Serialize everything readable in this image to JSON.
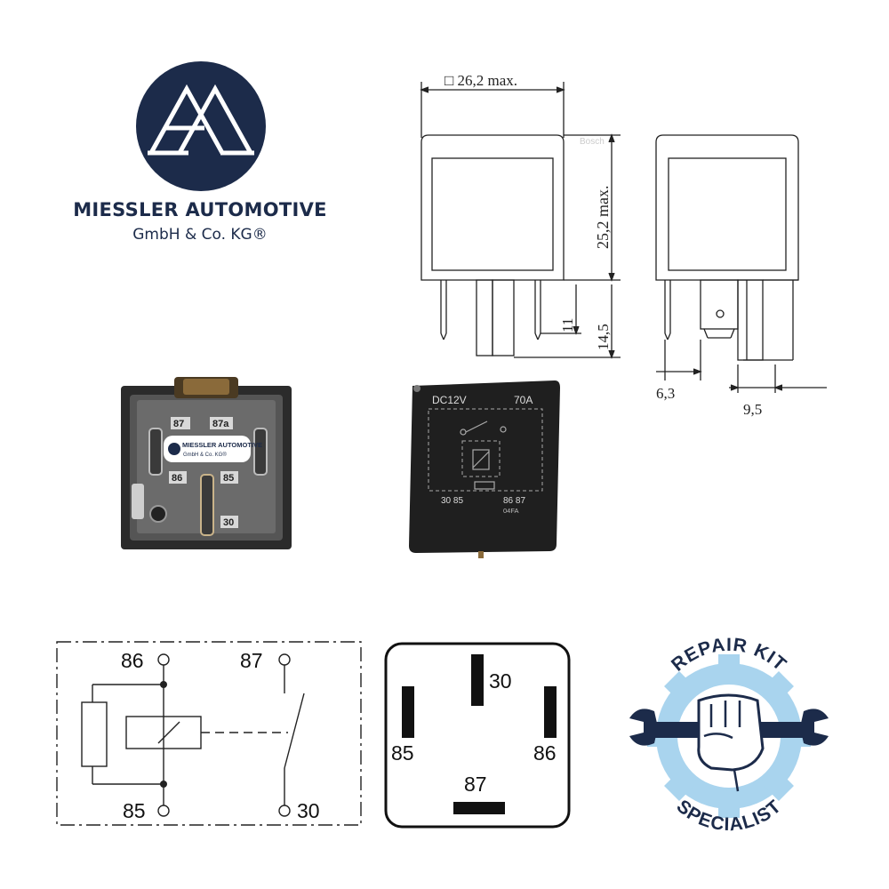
{
  "brand": {
    "name": "MIESSLER AUTOMOTIVE",
    "subtitle": "GmbH & Co. KG®",
    "color": "#1c2b4a"
  },
  "drawing": {
    "width_label": "□ 26,2 max.",
    "height_label": "25,2 max.",
    "pin_short_label": "11",
    "pin_long_label": "14,5",
    "pin_width_label": "6,3",
    "pin_spacing_label": "9,5",
    "watermark": "Bosch"
  },
  "photo_bottom": {
    "labels": [
      "87",
      "87a",
      "86",
      "85",
      "30"
    ],
    "sticker_name": "MIESSLER AUTOMOTIVE",
    "sticker_sub": "GmbH & Co. KG®"
  },
  "photo_top": {
    "voltage": "DC12V",
    "current": "70A",
    "pins_left": "30 85",
    "pins_right": "86 87",
    "code": "04FA"
  },
  "schematic": {
    "pins": [
      "86",
      "87",
      "85",
      "30"
    ]
  },
  "pin_layout": {
    "pins": [
      "30",
      "85",
      "86",
      "87"
    ]
  },
  "badge": {
    "top_text": "REPAIR KIT",
    "bottom_text": "SPECIALIST",
    "gear_color": "#a9d4ee",
    "dark_color": "#1c2b4a"
  }
}
